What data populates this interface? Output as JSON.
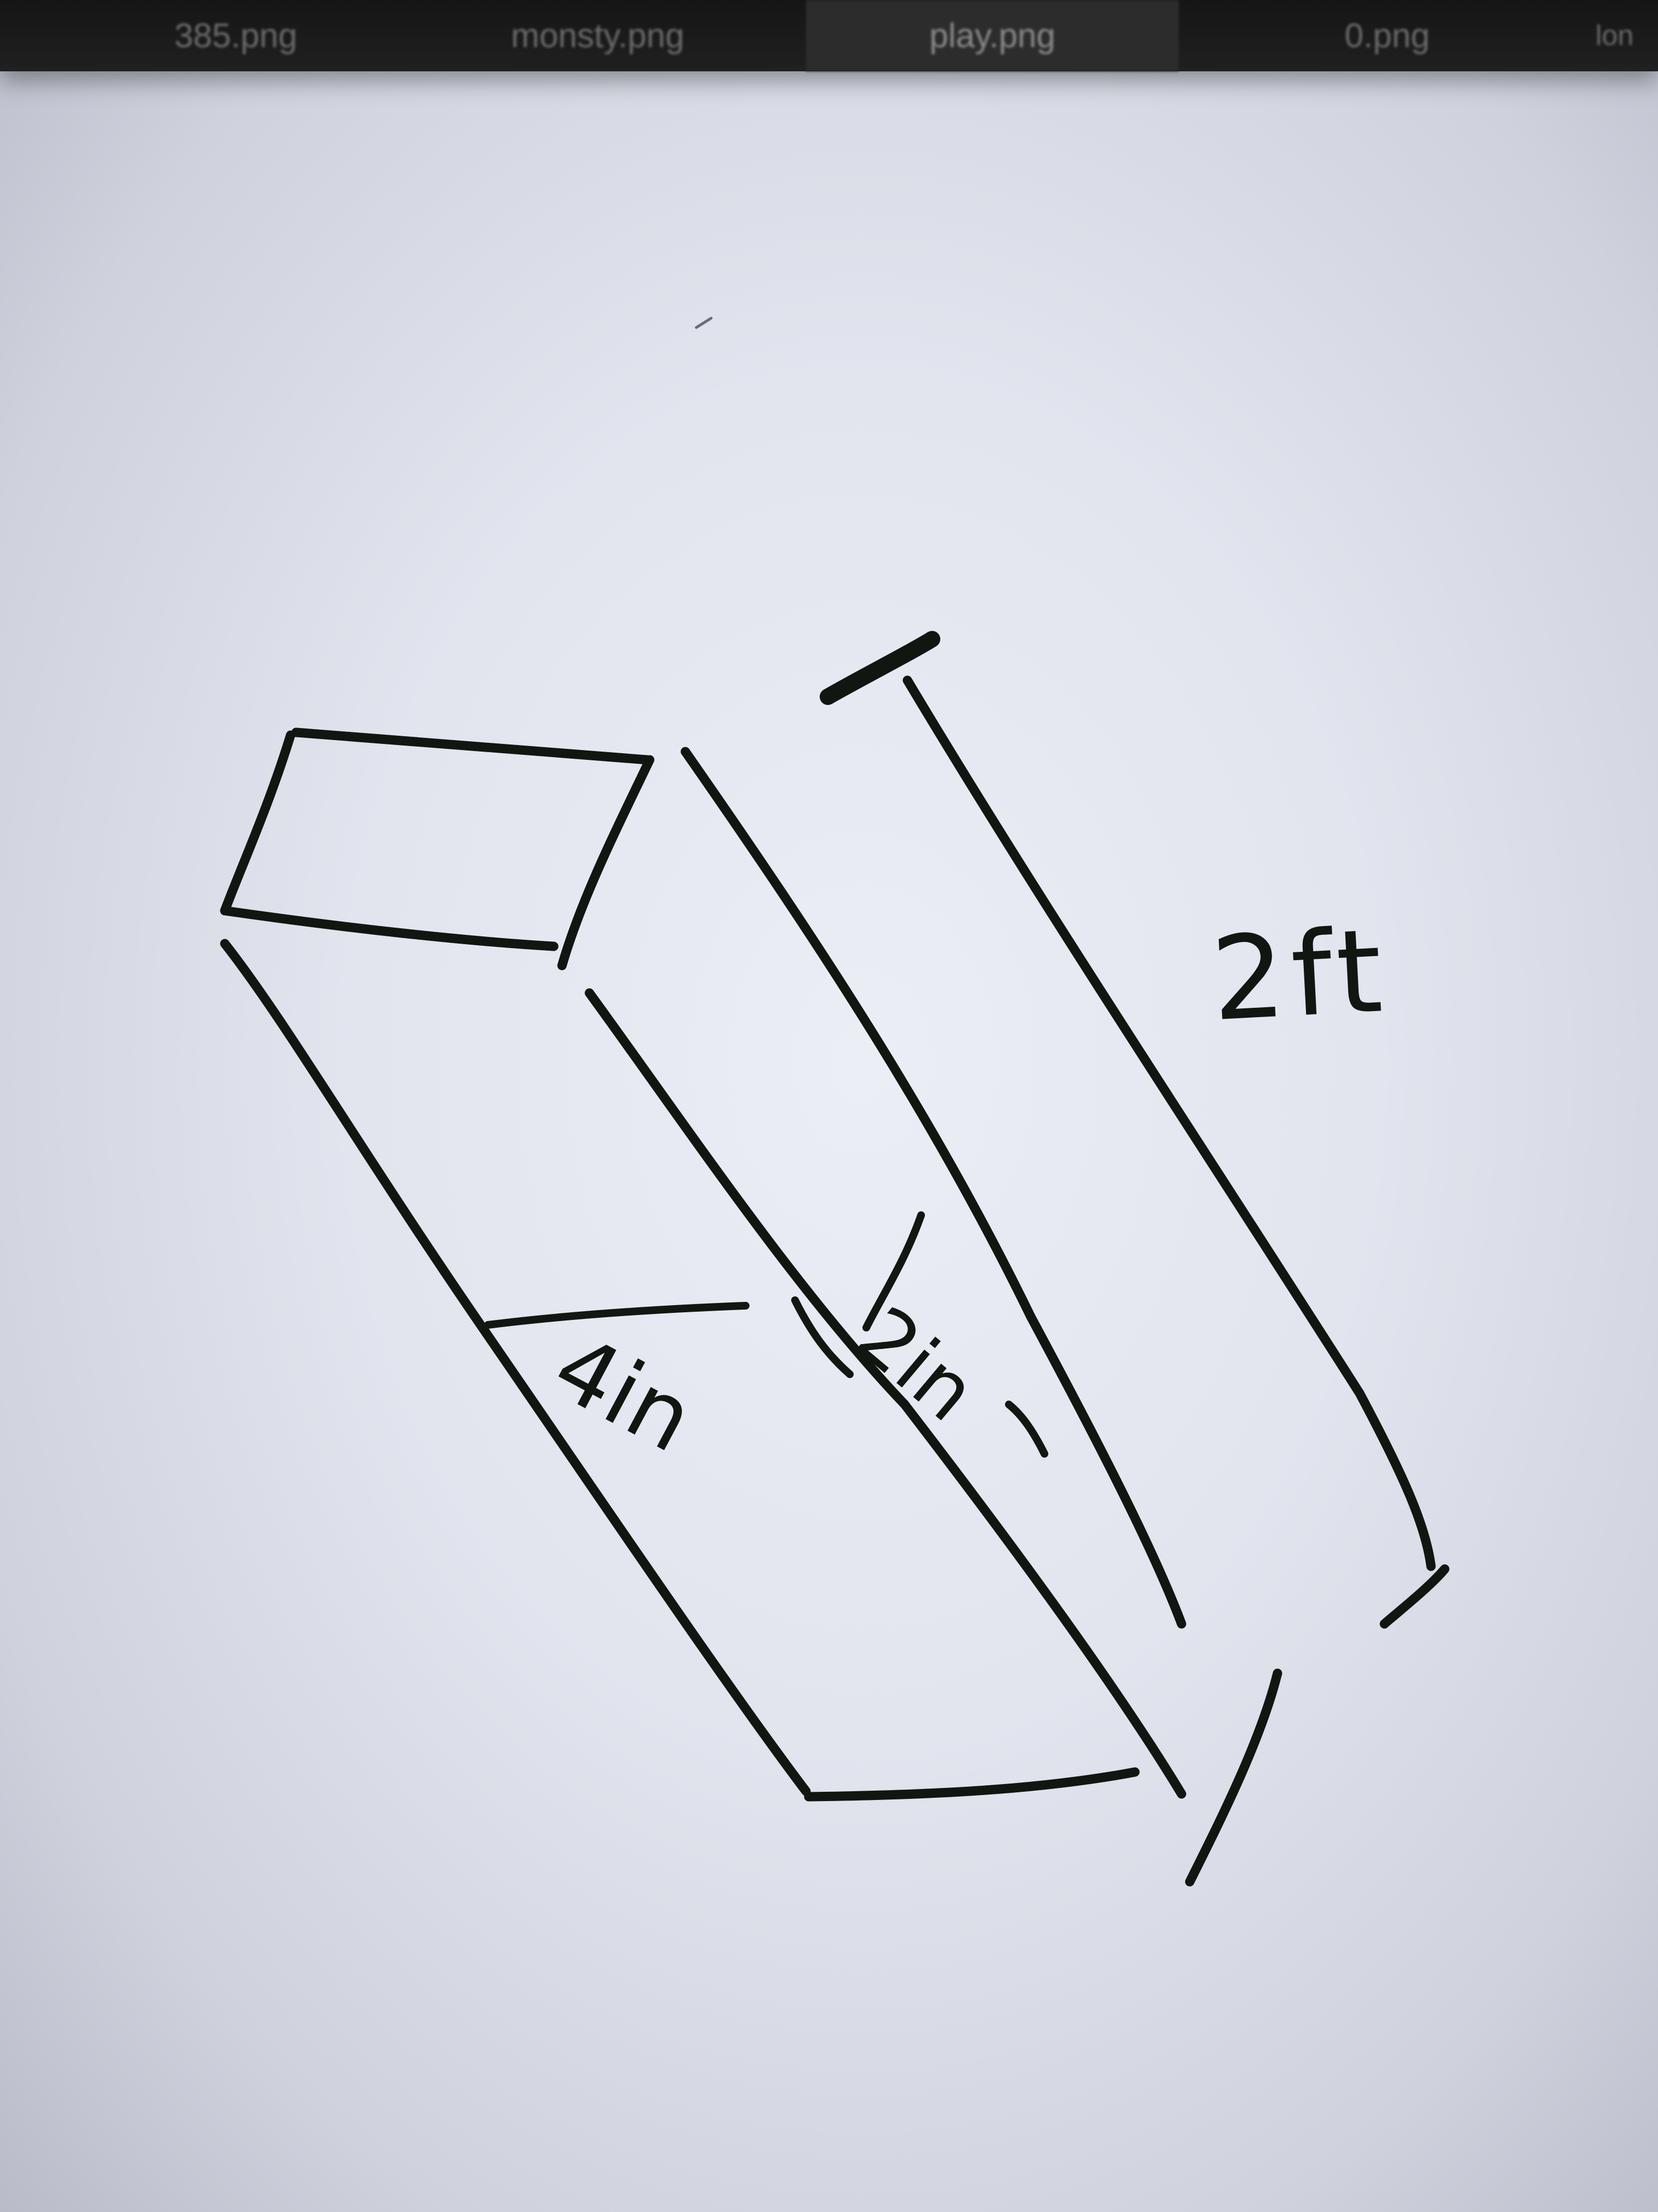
{
  "tabs": [
    {
      "label": "385.png"
    },
    {
      "label": "monsty.png"
    },
    {
      "label": "play.png"
    },
    {
      "label": "0.png"
    },
    {
      "label": "lon"
    }
  ],
  "drawing": {
    "length_label": "2ft",
    "width_label": "4in",
    "height_label": "2in"
  }
}
